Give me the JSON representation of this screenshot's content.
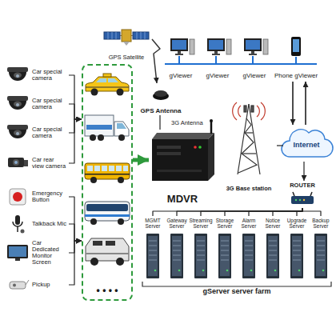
{
  "diagram": {
    "nodes": [
      {
        "text": [
          "Car special camera"
        ]
      },
      {
        "text": [
          "Car special camera"
        ]
      },
      {
        "text": [
          "Car special camera"
        ]
      },
      {
        "text": [
          "Car rear view camera"
        ]
      },
      {
        "text": [
          "Emergency Button"
        ]
      },
      {
        "text": [
          "Talkback Mic"
        ]
      },
      {
        "text": [
          "Car Dedicated Monitor Screen"
        ]
      },
      {
        "text": [
          "Pickup"
        ]
      },
      {
        "text": [
          "• • • •"
        ]
      },
      {
        "text": [
          "GPS Satellite"
        ]
      },
      {
        "text": [
          "GPS Antenna"
        ]
      },
      {
        "text": [
          "MDVR"
        ]
      },
      {
        "text": [
          "3G Antenna"
        ]
      },
      {
        "text": [
          "3G Base station"
        ]
      },
      {
        "text": [
          "Internet"
        ]
      },
      {
        "text": [
          "ROUTER"
        ]
      },
      {
        "text": [
          "gViewer"
        ]
      },
      {
        "text": [
          "gViewer"
        ]
      },
      {
        "text": [
          "gViewer"
        ]
      },
      {
        "text": [
          "Phone gViewer"
        ]
      },
      {
        "text": [
          "MGMT Server"
        ]
      },
      {
        "text": [
          "Gateway Server"
        ]
      },
      {
        "text": [
          "Streaming Server"
        ]
      },
      {
        "text": [
          "Storage Server"
        ]
      },
      {
        "text": [
          "Alarm Server"
        ]
      },
      {
        "text": [
          "Notice Server"
        ]
      },
      {
        "text": [
          "Upgrade Server"
        ]
      },
      {
        "text": [
          "Backup Server"
        ]
      }
    ],
    "edges": [
      {
        "from": 0,
        "to": 8,
        "arrow": "to"
      },
      {
        "from": 1,
        "to": 8,
        "arrow": "to"
      },
      {
        "from": 2,
        "to": 8,
        "arrow": "to"
      },
      {
        "from": 3,
        "to": 8,
        "arrow": "to"
      },
      {
        "from": 4,
        "to": 8,
        "arrow": "to"
      },
      {
        "from": 5,
        "to": 8,
        "arrow": "to"
      },
      {
        "from": 6,
        "to": 8,
        "arrow": "to"
      },
      {
        "from": 7,
        "to": 8,
        "arrow": "to"
      },
      {
        "from": 8,
        "to": 11,
        "arrow": "to"
      },
      {
        "from": 9,
        "to": 10,
        "arrow": "to"
      },
      {
        "from": 10,
        "to": 11,
        "arrow": "none"
      },
      {
        "from": 13,
        "to": 14,
        "arrow": "none"
      },
      {
        "from": 19,
        "to": 14,
        "arrow": "to"
      },
      {
        "from": 14,
        "to": 19,
        "arrow": "to"
      },
      {
        "from": 14,
        "to": 15,
        "arrow": "to"
      },
      {
        "from": 15,
        "to": 20,
        "arrow": "none"
      },
      {
        "from": 15,
        "to": 21,
        "arrow": "none"
      },
      {
        "from": 15,
        "to": 22,
        "arrow": "none"
      },
      {
        "from": 15,
        "to": 23,
        "arrow": "none"
      },
      {
        "from": 15,
        "to": 24,
        "arrow": "none"
      },
      {
        "from": 15,
        "to": 25,
        "arrow": "none"
      },
      {
        "from": 15,
        "to": 26,
        "arrow": "none"
      },
      {
        "from": 15,
        "to": 27,
        "arrow": "none"
      }
    ],
    "labels": [
      "gServer server farm"
    ]
  }
}
